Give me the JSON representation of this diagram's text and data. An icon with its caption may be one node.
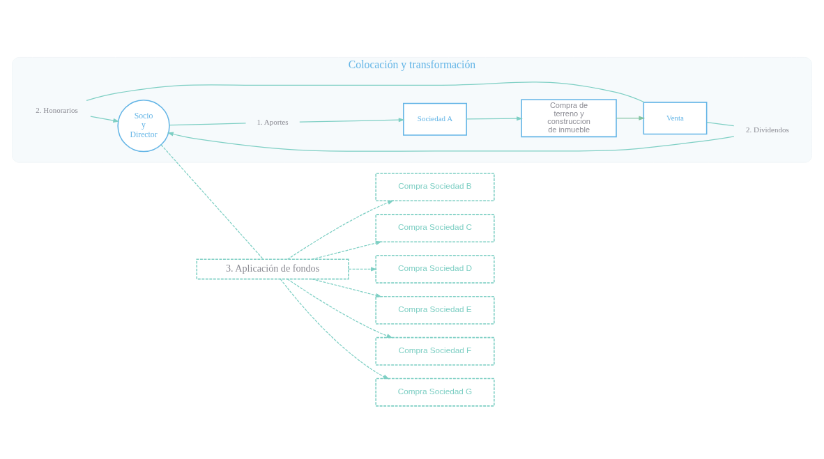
{
  "diagram": {
    "nodes": [
      {
        "text": [
          "Colocación y transformación"
        ]
      },
      {
        "text": [
          "2. Honorarios"
        ],
        "in": 0
      },
      {
        "text": [
          "2. Dividendos"
        ],
        "in": 0
      },
      {
        "text": [
          "Socio y Director"
        ],
        "in": 0
      },
      {
        "text": [
          "1. Aportes"
        ],
        "in": 0
      },
      {
        "text": [
          "3. Aplicación de fondos"
        ]
      },
      {
        "text": [
          "Venta"
        ],
        "in": 0
      },
      {
        "text": [
          "Sociedad A"
        ],
        "in": 0
      },
      {
        "text": [
          "Compra de terreno y construccion de inmueble"
        ],
        "in": 0
      },
      {
        "text": [
          "Compra Sociedad B"
        ]
      },
      {
        "text": [
          "Compra Sociedad C"
        ]
      },
      {
        "text": [
          "Compra Sociedad D"
        ]
      },
      {
        "text": [
          "Compra Sociedad E"
        ]
      },
      {
        "text": [
          "Compra Sociedad F"
        ]
      },
      {
        "text": [
          "Compra Sociedad G"
        ]
      }
    ],
    "edges": [
      {
        "from": 6,
        "to": 1,
        "arrow": "none"
      },
      {
        "from": 1,
        "to": 3,
        "arrow": "to"
      },
      {
        "from": 6,
        "to": 2,
        "arrow": "none"
      },
      {
        "from": 2,
        "to": 3,
        "arrow": "to"
      },
      {
        "from": 3,
        "to": 4,
        "arrow": "none"
      },
      {
        "from": 4,
        "to": 7,
        "arrow": "to"
      },
      {
        "from": 3,
        "to": 5,
        "arrow": "none",
        "style": "dashed"
      },
      {
        "from": 7,
        "to": 8,
        "arrow": "to"
      },
      {
        "from": 8,
        "to": 6,
        "arrow": "to",
        "color": "#82c4a2"
      },
      {
        "from": 5,
        "to": 9,
        "arrow": "to",
        "style": "dashed"
      },
      {
        "from": 5,
        "to": 10,
        "arrow": "to",
        "style": "dashed"
      },
      {
        "from": 5,
        "to": 11,
        "arrow": "to",
        "style": "dashed"
      },
      {
        "from": 5,
        "to": 12,
        "arrow": "to",
        "style": "dashed"
      },
      {
        "from": 5,
        "to": 13,
        "arrow": "to",
        "style": "dashed"
      },
      {
        "from": 5,
        "to": 14,
        "arrow": "to",
        "style": "dashed"
      }
    ]
  }
}
